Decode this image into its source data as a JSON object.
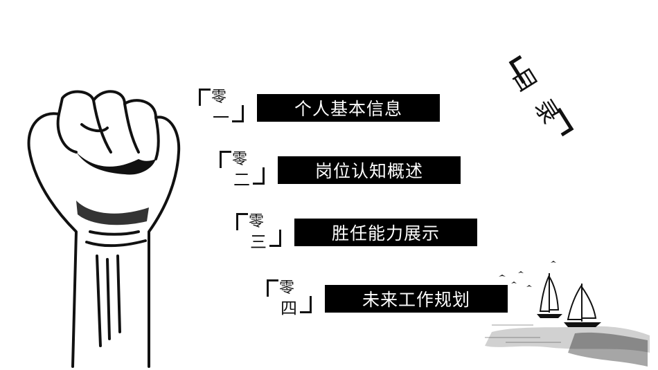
{
  "toc": {
    "title_chars": [
      "目",
      "录"
    ],
    "items": [
      {
        "zero": "零",
        "digit": "一",
        "label": "个人基本信息"
      },
      {
        "zero": "零",
        "digit": "二",
        "label": "岗位认知概述"
      },
      {
        "zero": "零",
        "digit": "三",
        "label": "胜任能力展示"
      },
      {
        "zero": "零",
        "digit": "四",
        "label": "未来工作规划"
      }
    ]
  },
  "images": {
    "fist": "raised-fist-illustration",
    "boats": "ink-sailboats-illustration"
  },
  "colors": {
    "text": "#111111",
    "label_bg": "#000000",
    "label_text": "#ffffff"
  }
}
